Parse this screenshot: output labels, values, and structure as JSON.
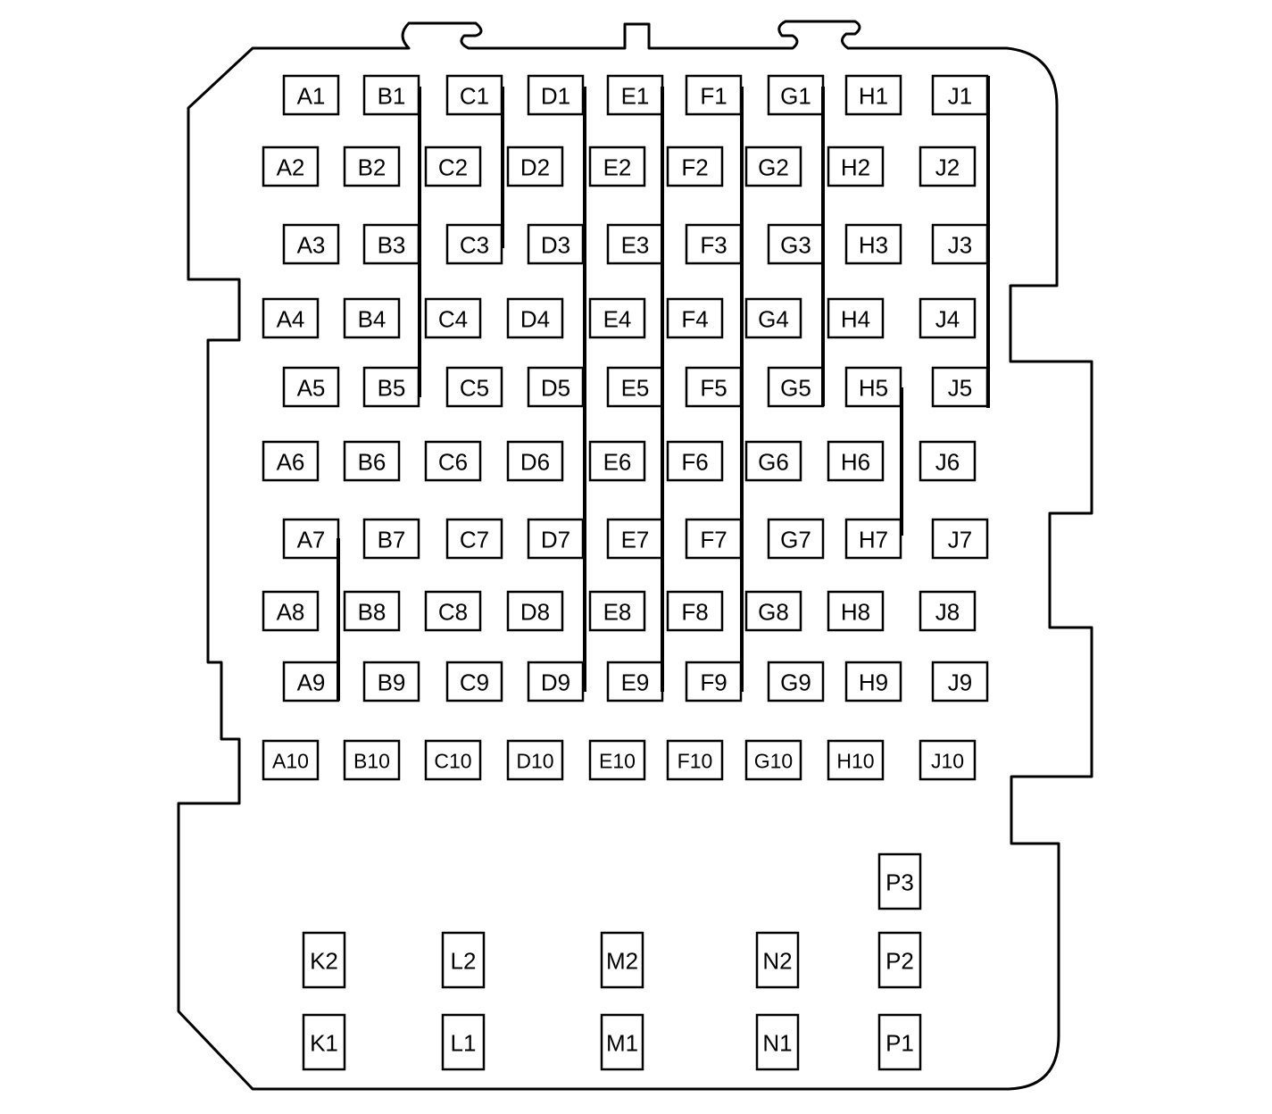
{
  "diagram": {
    "rows": [
      [
        "A1",
        "B1",
        "C1",
        "D1",
        "E1",
        "F1",
        "G1",
        "H1",
        "J1"
      ],
      [
        "A2",
        "B2",
        "C2",
        "D2",
        "E2",
        "F2",
        "G2",
        "H2",
        "J2"
      ],
      [
        "A3",
        "B3",
        "C3",
        "D3",
        "E3",
        "F3",
        "G3",
        "H3",
        "J3"
      ],
      [
        "A4",
        "B4",
        "C4",
        "D4",
        "E4",
        "F4",
        "G4",
        "H4",
        "J4"
      ],
      [
        "A5",
        "B5",
        "C5",
        "D5",
        "E5",
        "F5",
        "G5",
        "H5",
        "J5"
      ],
      [
        "A6",
        "B6",
        "C6",
        "D6",
        "E6",
        "F6",
        "G6",
        "H6",
        "J6"
      ],
      [
        "A7",
        "B7",
        "C7",
        "D7",
        "E7",
        "F7",
        "G7",
        "H7",
        "J7"
      ],
      [
        "A8",
        "B8",
        "C8",
        "D8",
        "E8",
        "F8",
        "G8",
        "H8",
        "J8"
      ],
      [
        "A9",
        "B9",
        "C9",
        "D9",
        "E9",
        "F9",
        "G9",
        "H9",
        "J9"
      ],
      [
        "A10",
        "B10",
        "C10",
        "D10",
        "E10",
        "F10",
        "G10",
        "H10",
        "J10"
      ]
    ],
    "bottom_cavities": [
      [
        "K2",
        "L2",
        "M2",
        "N2",
        "P2"
      ],
      [
        "K1",
        "L1",
        "M1",
        "N1",
        "P1"
      ]
    ],
    "extra_cavity": "P3"
  }
}
